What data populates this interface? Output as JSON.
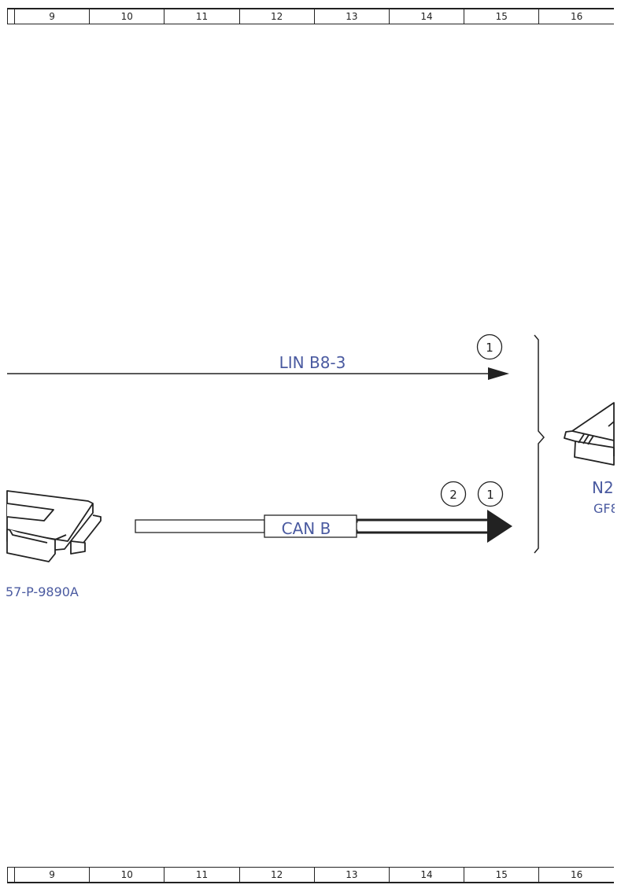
{
  "ruler": {
    "columns": [
      "9",
      "10",
      "11",
      "12",
      "13",
      "14",
      "15",
      "16"
    ]
  },
  "links": {
    "lin": {
      "label": "LIN B8-3",
      "callouts": [
        "1"
      ]
    },
    "can": {
      "label": "CAN B",
      "callouts": [
        "2",
        "1"
      ]
    }
  },
  "components": {
    "left_module": {
      "code": "57-P-9890A"
    },
    "right_module": {
      "code": "N2",
      "subcode": "GF8"
    }
  },
  "colors": {
    "label": "#4a5aa0",
    "line": "#222222"
  }
}
